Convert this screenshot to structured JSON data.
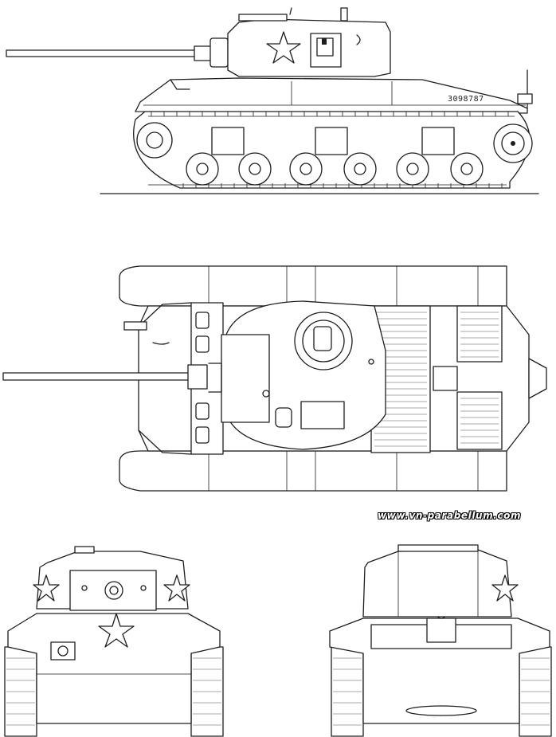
{
  "drawing": {
    "serial_number": "3098787",
    "watermark": "www.vn-parabellum.com",
    "ink_color": "#1e1e1e",
    "paper_color": "#ffffff",
    "views": [
      {
        "id": "side",
        "label": ""
      },
      {
        "id": "top",
        "label": ""
      },
      {
        "id": "front",
        "label": ""
      },
      {
        "id": "rear",
        "label": ""
      }
    ]
  }
}
